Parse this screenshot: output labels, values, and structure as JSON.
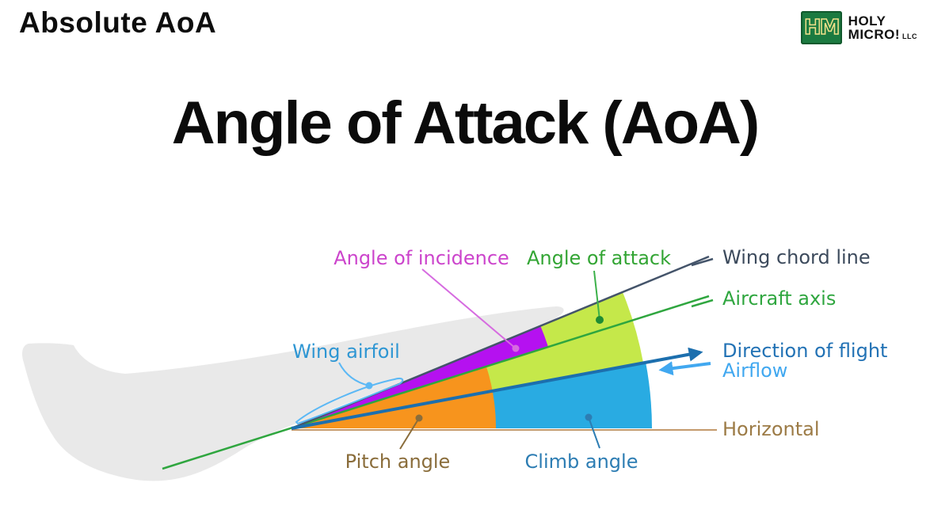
{
  "header": {
    "kicker": "Absolute AoA",
    "logo": {
      "monogram": "HM",
      "line1": "HOLY",
      "line2": "MICRO!",
      "suffix": "LLC"
    }
  },
  "title": "Angle of Attack (AoA)",
  "diagram": {
    "labels": {
      "angle_of_incidence": "Angle of incidence",
      "angle_of_attack": "Angle of attack",
      "wing_chord_line": "Wing chord line",
      "aircraft_axis": "Aircraft axis",
      "direction_of_flight": "Direction of flight",
      "airflow": "Airflow",
      "horizontal": "Horizontal",
      "wing_airfoil": "Wing airfoil",
      "pitch_angle": "Pitch angle",
      "climb_angle": "Climb angle"
    },
    "colors": {
      "pitch_wedge": "#F7941D",
      "climb_wedge": "#29ABE2",
      "attack_wedge": "#BFE636",
      "incidence_wedge": "#B511F0",
      "plane": "#E9E9E9",
      "chord_line": "#44546A",
      "axis_line": "#2FA63F",
      "dof_line": "#1C6FAE",
      "airflow_line": "#41A8F0",
      "horizontal_line": "#C49A6C",
      "incidence_text": "#CC44CC",
      "incidence_callout": "#D66BE0",
      "attack_text": "#33A534",
      "attack_callout": "#3CB14A",
      "attack_dot": "#1E8C34",
      "chord_text": "#3C4A5C",
      "axis_text": "#2FA63F",
      "dof_text": "#2272B5",
      "airflow_text": "#41A8F0",
      "horizontal_text": "#9C7B46",
      "airfoil_text": "#2E96D3",
      "airfoil_outline": "#5BB8F5",
      "pitch_text": "#8A6D3B",
      "climb_text": "#2D7DB3",
      "logo_green": "#1B7A40",
      "logo_gold": "#EFE08A"
    }
  }
}
